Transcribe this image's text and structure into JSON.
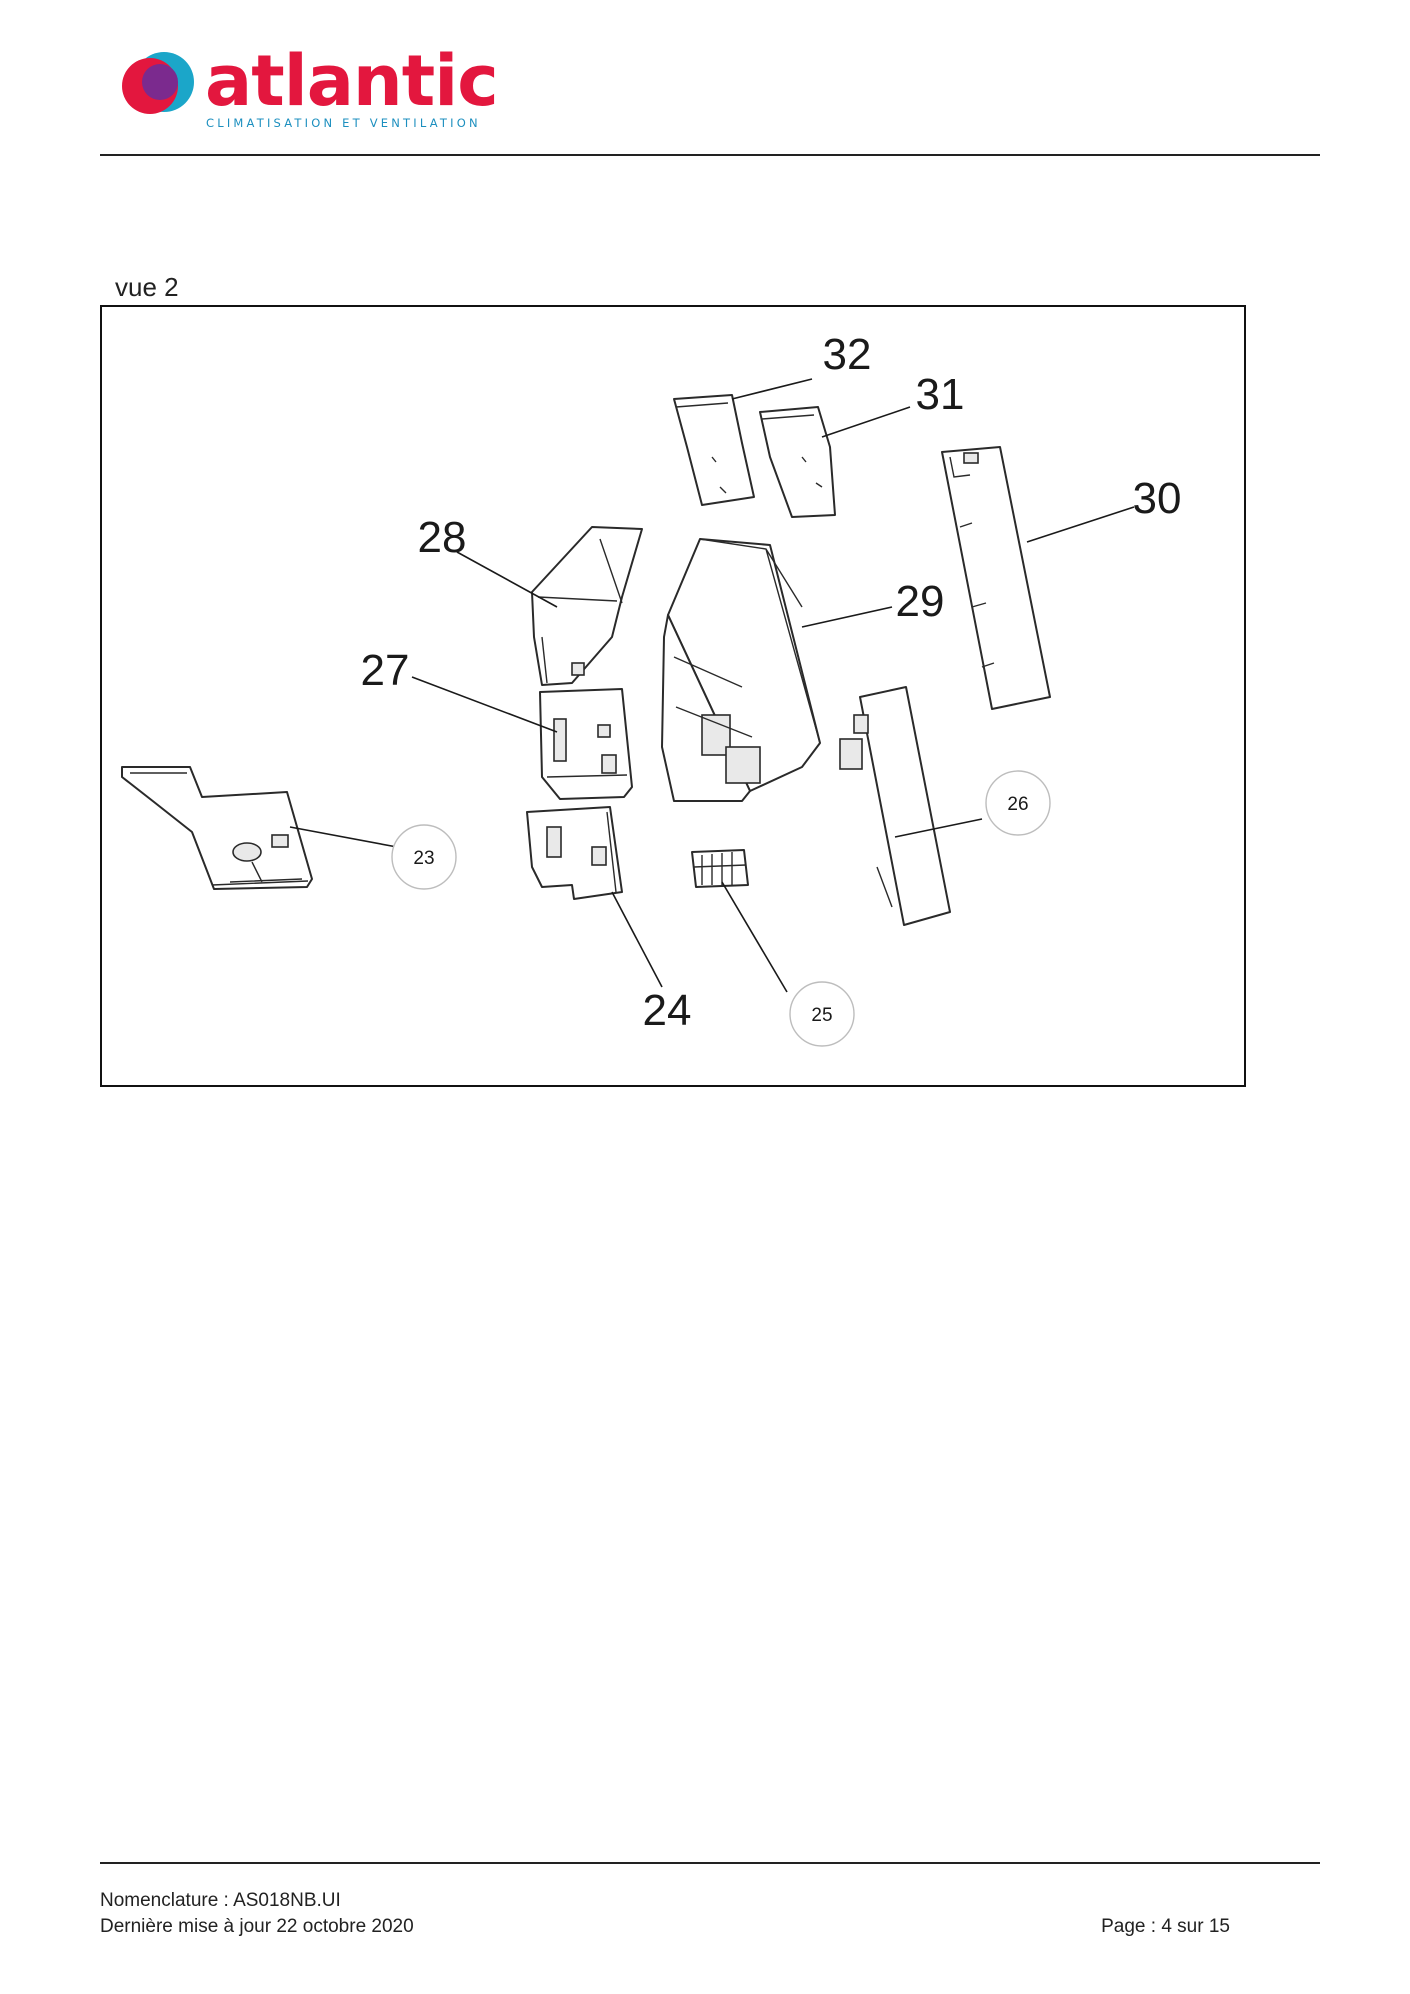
{
  "header": {
    "brand": "atlantic",
    "tagline": "CLIMATISATION ET VENTILATION"
  },
  "view_label": "vue 2",
  "figure": {
    "callouts": {
      "p23": "23",
      "p24": "24",
      "p25": "25",
      "p26": "26",
      "p27": "27",
      "p28": "28",
      "p29": "29",
      "p30": "30",
      "p31": "31",
      "p32": "32"
    }
  },
  "footer": {
    "nomenclature": "Nomenclature : AS018NB.UI",
    "updated": "Dernière mise à jour 22 octobre 2020",
    "page": "Page : 4 sur 15"
  },
  "colors": {
    "brand_red": "#e3173e",
    "brand_blue": "#1c8fbf",
    "brand_purple": "#7b2a8e"
  }
}
